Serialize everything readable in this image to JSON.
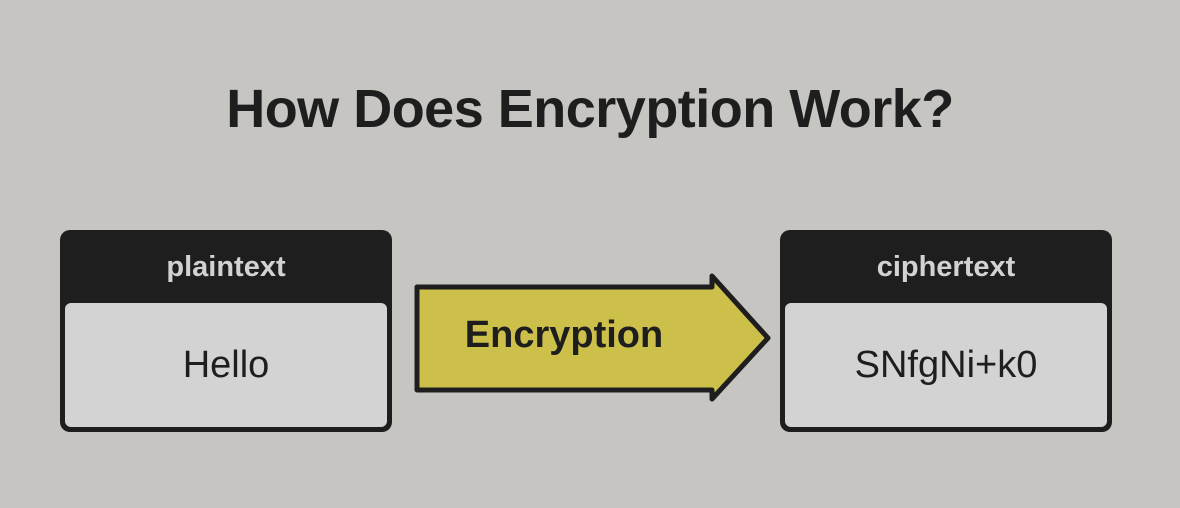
{
  "title": "How Does Encryption Work?",
  "plaintext": {
    "header": "plaintext",
    "value": "Hello"
  },
  "process": {
    "label": "Encryption"
  },
  "ciphertext": {
    "header": "ciphertext",
    "value": "SNfgNi+k0"
  },
  "colors": {
    "background": "#c7c5c1",
    "arrow": "#cdc04a",
    "box_header": "#1e1e1e",
    "box_body": "#d3d3d3"
  }
}
